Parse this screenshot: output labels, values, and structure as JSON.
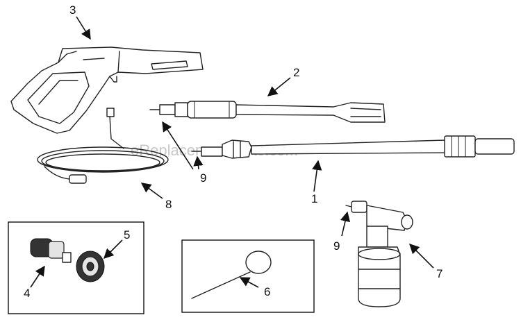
{
  "watermark": "eReplacementParts.com",
  "callouts": [
    {
      "id": "3",
      "label": "3"
    },
    {
      "id": "2",
      "label": "2"
    },
    {
      "id": "9a",
      "label": "9"
    },
    {
      "id": "1",
      "label": "1"
    },
    {
      "id": "8",
      "label": "8"
    },
    {
      "id": "5",
      "label": "5"
    },
    {
      "id": "4",
      "label": "4"
    },
    {
      "id": "6",
      "label": "6"
    },
    {
      "id": "9b",
      "label": "9"
    },
    {
      "id": "7",
      "label": "7"
    }
  ]
}
